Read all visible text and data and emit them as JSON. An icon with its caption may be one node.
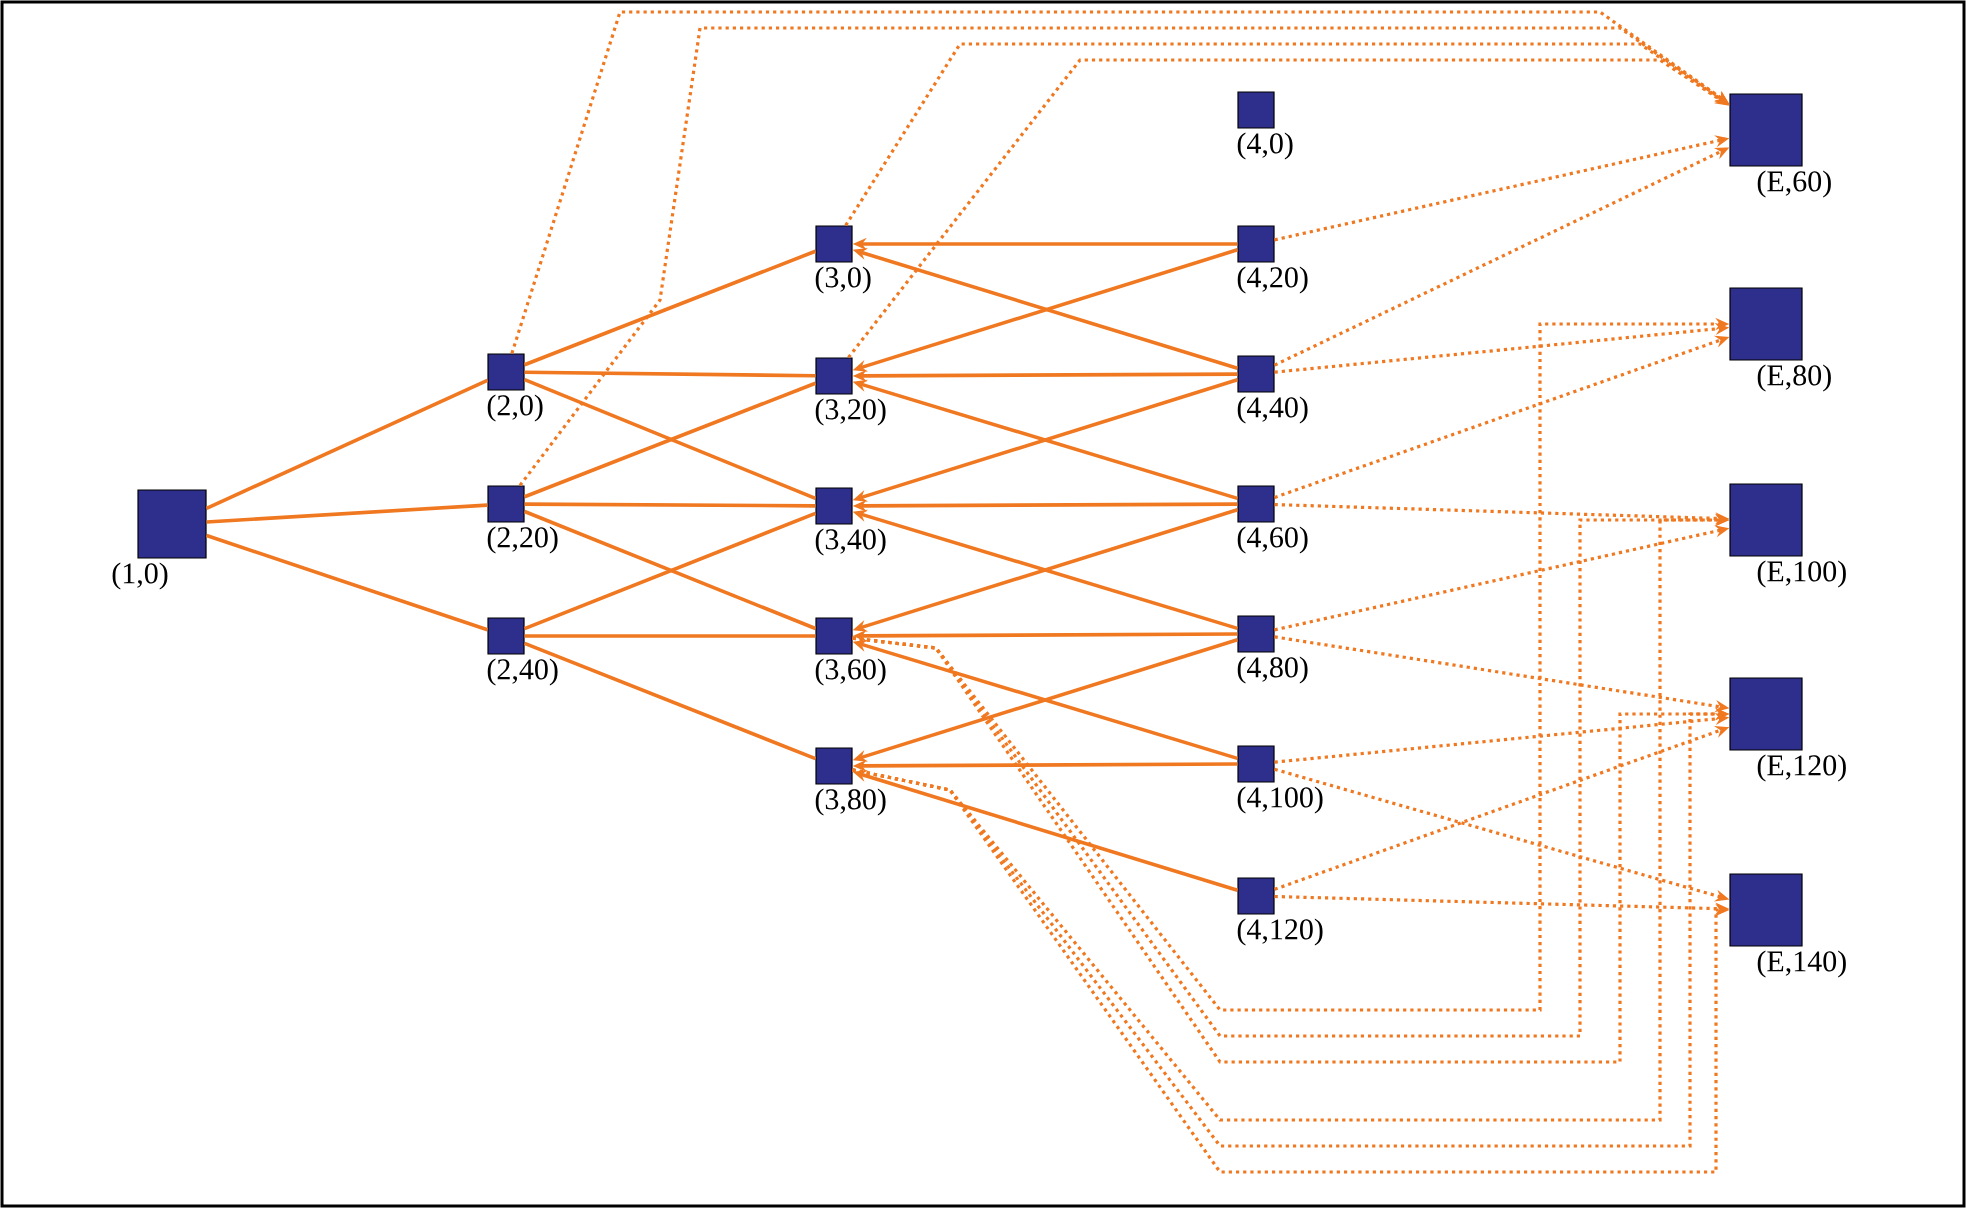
{
  "diagram": {
    "nodes": [
      {
        "text": [
          "(1,0)"
        ]
      },
      {
        "text": [
          "(2,0)"
        ]
      },
      {
        "text": [
          "(2,20)"
        ]
      },
      {
        "text": [
          "(2,40)"
        ]
      },
      {
        "text": [
          "(3,0)"
        ]
      },
      {
        "text": [
          "(3,20)"
        ]
      },
      {
        "text": [
          "(3,40)"
        ]
      },
      {
        "text": [
          "(3,60)"
        ]
      },
      {
        "text": [
          "(3,80)"
        ]
      },
      {
        "text": [
          "(4,0)"
        ]
      },
      {
        "text": [
          "(4,20)"
        ]
      },
      {
        "text": [
          "(4,40)"
        ]
      },
      {
        "text": [
          "(4,60)"
        ]
      },
      {
        "text": [
          "(4,80)"
        ]
      },
      {
        "text": [
          "(4,100)"
        ]
      },
      {
        "text": [
          "(4,120)"
        ]
      },
      {
        "text": [
          "(E,60)"
        ]
      },
      {
        "text": [
          "(E,80)"
        ]
      },
      {
        "text": [
          "(E,100)"
        ]
      },
      {
        "text": [
          "(E,120)"
        ]
      },
      {
        "text": [
          "(E,140)"
        ]
      }
    ],
    "edges": [
      {
        "from": 0,
        "to": 1,
        "arrow": "none"
      },
      {
        "from": 0,
        "to": 2,
        "arrow": "none"
      },
      {
        "from": 0,
        "to": 3,
        "arrow": "none"
      },
      {
        "from": 1,
        "to": 4,
        "arrow": "none"
      },
      {
        "from": 1,
        "to": 5,
        "arrow": "none"
      },
      {
        "from": 1,
        "to": 6,
        "arrow": "none"
      },
      {
        "from": 2,
        "to": 5,
        "arrow": "none"
      },
      {
        "from": 2,
        "to": 6,
        "arrow": "none"
      },
      {
        "from": 2,
        "to": 7,
        "arrow": "none"
      },
      {
        "from": 3,
        "to": 6,
        "arrow": "none"
      },
      {
        "from": 3,
        "to": 7,
        "arrow": "none"
      },
      {
        "from": 3,
        "to": 8,
        "arrow": "none"
      },
      {
        "from": 10,
        "to": 4,
        "arrow": "to"
      },
      {
        "from": 11,
        "to": 4,
        "arrow": "to"
      },
      {
        "from": 10,
        "to": 5,
        "arrow": "to"
      },
      {
        "from": 11,
        "to": 5,
        "arrow": "to"
      },
      {
        "from": 12,
        "to": 5,
        "arrow": "to"
      },
      {
        "from": 11,
        "to": 6,
        "arrow": "to"
      },
      {
        "from": 12,
        "to": 6,
        "arrow": "to"
      },
      {
        "from": 13,
        "to": 6,
        "arrow": "to"
      },
      {
        "from": 12,
        "to": 7,
        "arrow": "to"
      },
      {
        "from": 13,
        "to": 7,
        "arrow": "to"
      },
      {
        "from": 14,
        "to": 7,
        "arrow": "to"
      },
      {
        "from": 13,
        "to": 8,
        "arrow": "to"
      },
      {
        "from": 14,
        "to": 8,
        "arrow": "to"
      },
      {
        "from": 15,
        "to": 8,
        "arrow": "to"
      },
      {
        "from": 10,
        "to": 16,
        "arrow": "to",
        "style": "dashed"
      },
      {
        "from": 11,
        "to": 16,
        "arrow": "to",
        "style": "dashed"
      },
      {
        "from": 11,
        "to": 17,
        "arrow": "to",
        "style": "dashed"
      },
      {
        "from": 12,
        "to": 17,
        "arrow": "to",
        "style": "dashed"
      },
      {
        "from": 12,
        "to": 18,
        "arrow": "to",
        "style": "dashed"
      },
      {
        "from": 13,
        "to": 18,
        "arrow": "to",
        "style": "dashed"
      },
      {
        "from": 13,
        "to": 19,
        "arrow": "to",
        "style": "dashed"
      },
      {
        "from": 14,
        "to": 19,
        "arrow": "to",
        "style": "dashed"
      },
      {
        "from": 14,
        "to": 20,
        "arrow": "to",
        "style": "dashed"
      },
      {
        "from": 15,
        "to": 19,
        "arrow": "to",
        "style": "dashed"
      },
      {
        "from": 15,
        "to": 20,
        "arrow": "to",
        "style": "dashed"
      },
      {
        "from": 1,
        "to": 16,
        "arrow": "to",
        "style": "dashed"
      },
      {
        "from": 2,
        "to": 16,
        "arrow": "to",
        "style": "dashed"
      },
      {
        "from": 4,
        "to": 16,
        "arrow": "to",
        "style": "dashed"
      },
      {
        "from": 5,
        "to": 16,
        "arrow": "to",
        "style": "dashed"
      },
      {
        "from": 7,
        "to": 17,
        "arrow": "to",
        "style": "dashed"
      },
      {
        "from": 7,
        "to": 18,
        "arrow": "to",
        "style": "dashed"
      },
      {
        "from": 7,
        "to": 19,
        "arrow": "to",
        "style": "dashed"
      },
      {
        "from": 8,
        "to": 18,
        "arrow": "to",
        "style": "dashed"
      },
      {
        "from": 8,
        "to": 19,
        "arrow": "to",
        "style": "dashed"
      },
      {
        "from": 8,
        "to": 20,
        "arrow": "to",
        "style": "dashed"
      }
    ]
  }
}
